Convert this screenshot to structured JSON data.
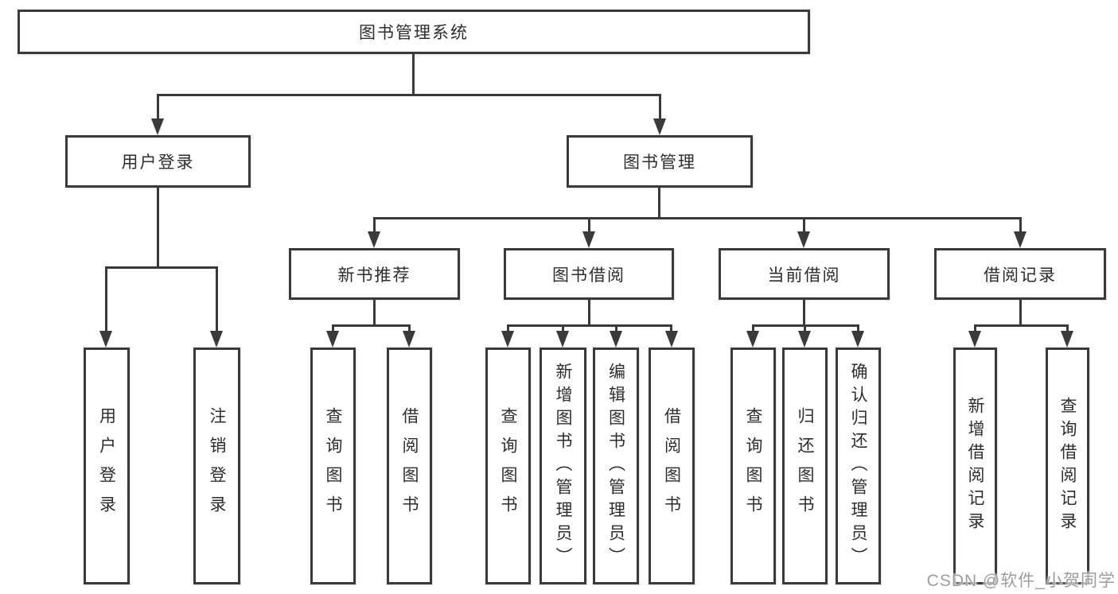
{
  "tree": {
    "root": {
      "label": "图书管理系统"
    },
    "branches": [
      {
        "label": "用户登录",
        "children": [
          {
            "label": "用户登录"
          },
          {
            "label": "注销登录"
          }
        ]
      },
      {
        "label": "图书管理",
        "sections": [
          {
            "label": "新书推荐",
            "children": [
              {
                "label": "查询图书"
              },
              {
                "label": "借阅图书"
              }
            ]
          },
          {
            "label": "图书借阅",
            "children": [
              {
                "label": "查询图书"
              },
              {
                "label": "新增图书（管理员）"
              },
              {
                "label": "编辑图书（管理员）"
              },
              {
                "label": "借阅图书"
              }
            ]
          },
          {
            "label": "当前借阅",
            "children": [
              {
                "label": "查询图书"
              },
              {
                "label": "归还图书"
              },
              {
                "label": "确认归还（管理员）"
              }
            ]
          },
          {
            "label": "借阅记录",
            "children": [
              {
                "label": "新增借阅记录"
              },
              {
                "label": "查询借阅记录"
              }
            ]
          }
        ]
      }
    ]
  },
  "watermark": {
    "text": "CSDN @软件_小贺同学"
  },
  "colors": {
    "line": "#3a3a3a",
    "text": "#2d2d2d",
    "background": "#ffffff",
    "watermark": "#9d9d9d"
  }
}
